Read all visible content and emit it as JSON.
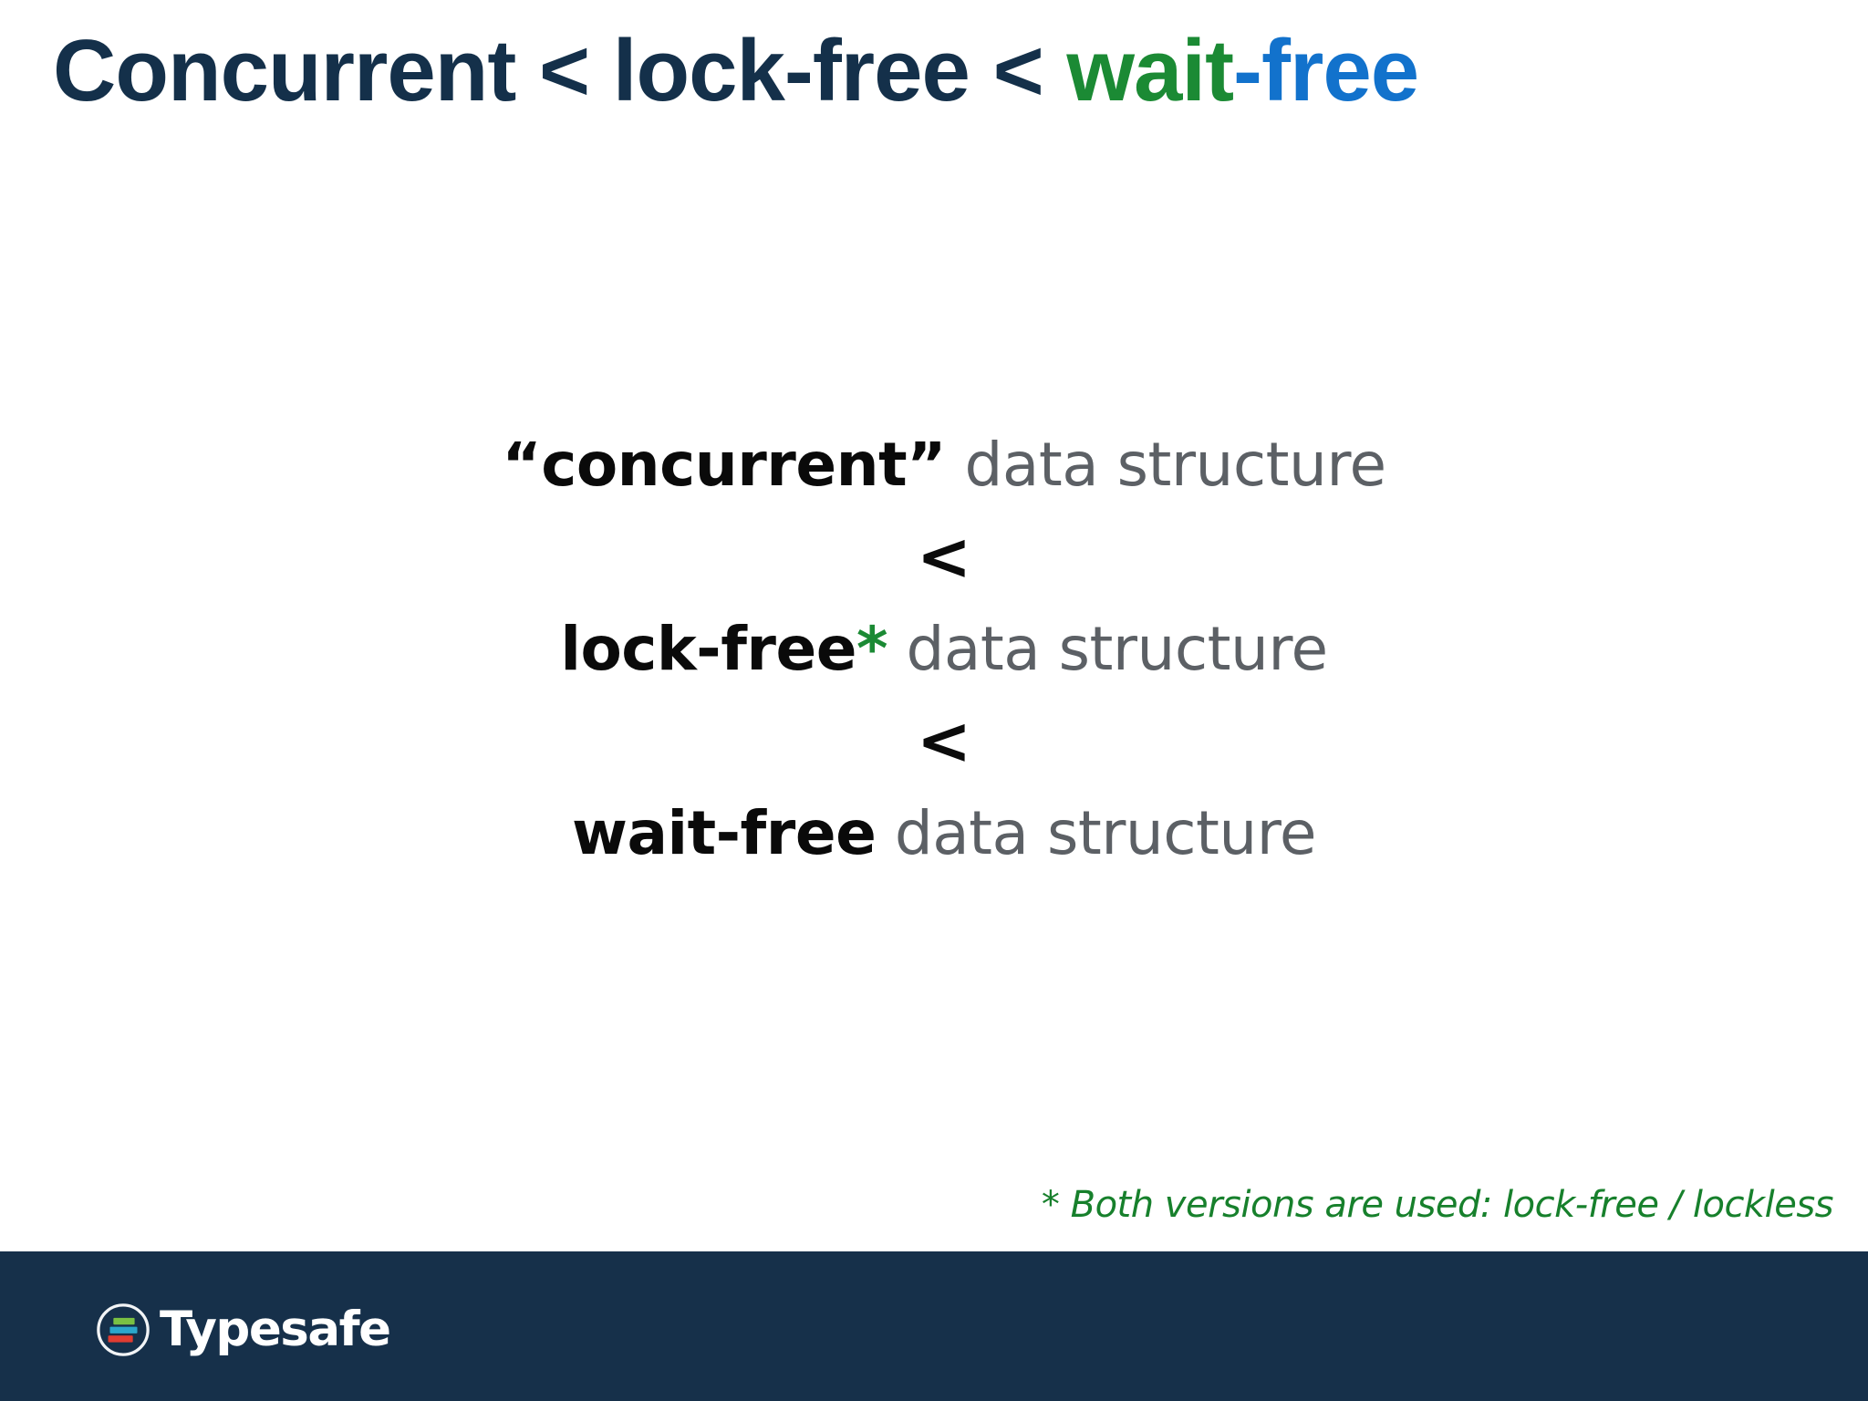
{
  "slide": {
    "background_color": "#ffffff",
    "title": {
      "segments": [
        {
          "text": "Concurrent < lock-free < ",
          "color": "#14304a"
        },
        {
          "text": "wait",
          "color": "#1b8a34"
        },
        {
          "text": "-free",
          "color": "#1272cc"
        }
      ],
      "plain_text": "Concurrent < lock-free < wait-free"
    },
    "body": {
      "lines": [
        {
          "term": "“concurrent”",
          "star": "",
          "tail": " data structure",
          "plain_text": "“concurrent” data structure"
        },
        {
          "term": "lock-free",
          "star": "*",
          "tail": " data structure",
          "plain_text": "lock-free* data structure"
        },
        {
          "term": "wait-free",
          "star": "",
          "tail": " data structure",
          "plain_text": "wait-free data structure"
        }
      ],
      "separators": [
        "<",
        "<"
      ],
      "term_color": "#0a0a0a",
      "tail_color": "#5c6065",
      "star_color": "#1b8a34"
    },
    "footnote": {
      "text": "* Both versions are used: lock-free / lockless",
      "color": "#17802c"
    },
    "footer": {
      "background_color": "#16304a",
      "logo": {
        "wordmark": "Typesafe",
        "wordmark_color": "#ffffff",
        "mark_name": "typesafe-bars-circle",
        "mark_bar_colors": [
          "#7ac143",
          "#2ba6cb",
          "#e03c31"
        ],
        "mark_ring_color": "#f2f4f6"
      }
    }
  }
}
